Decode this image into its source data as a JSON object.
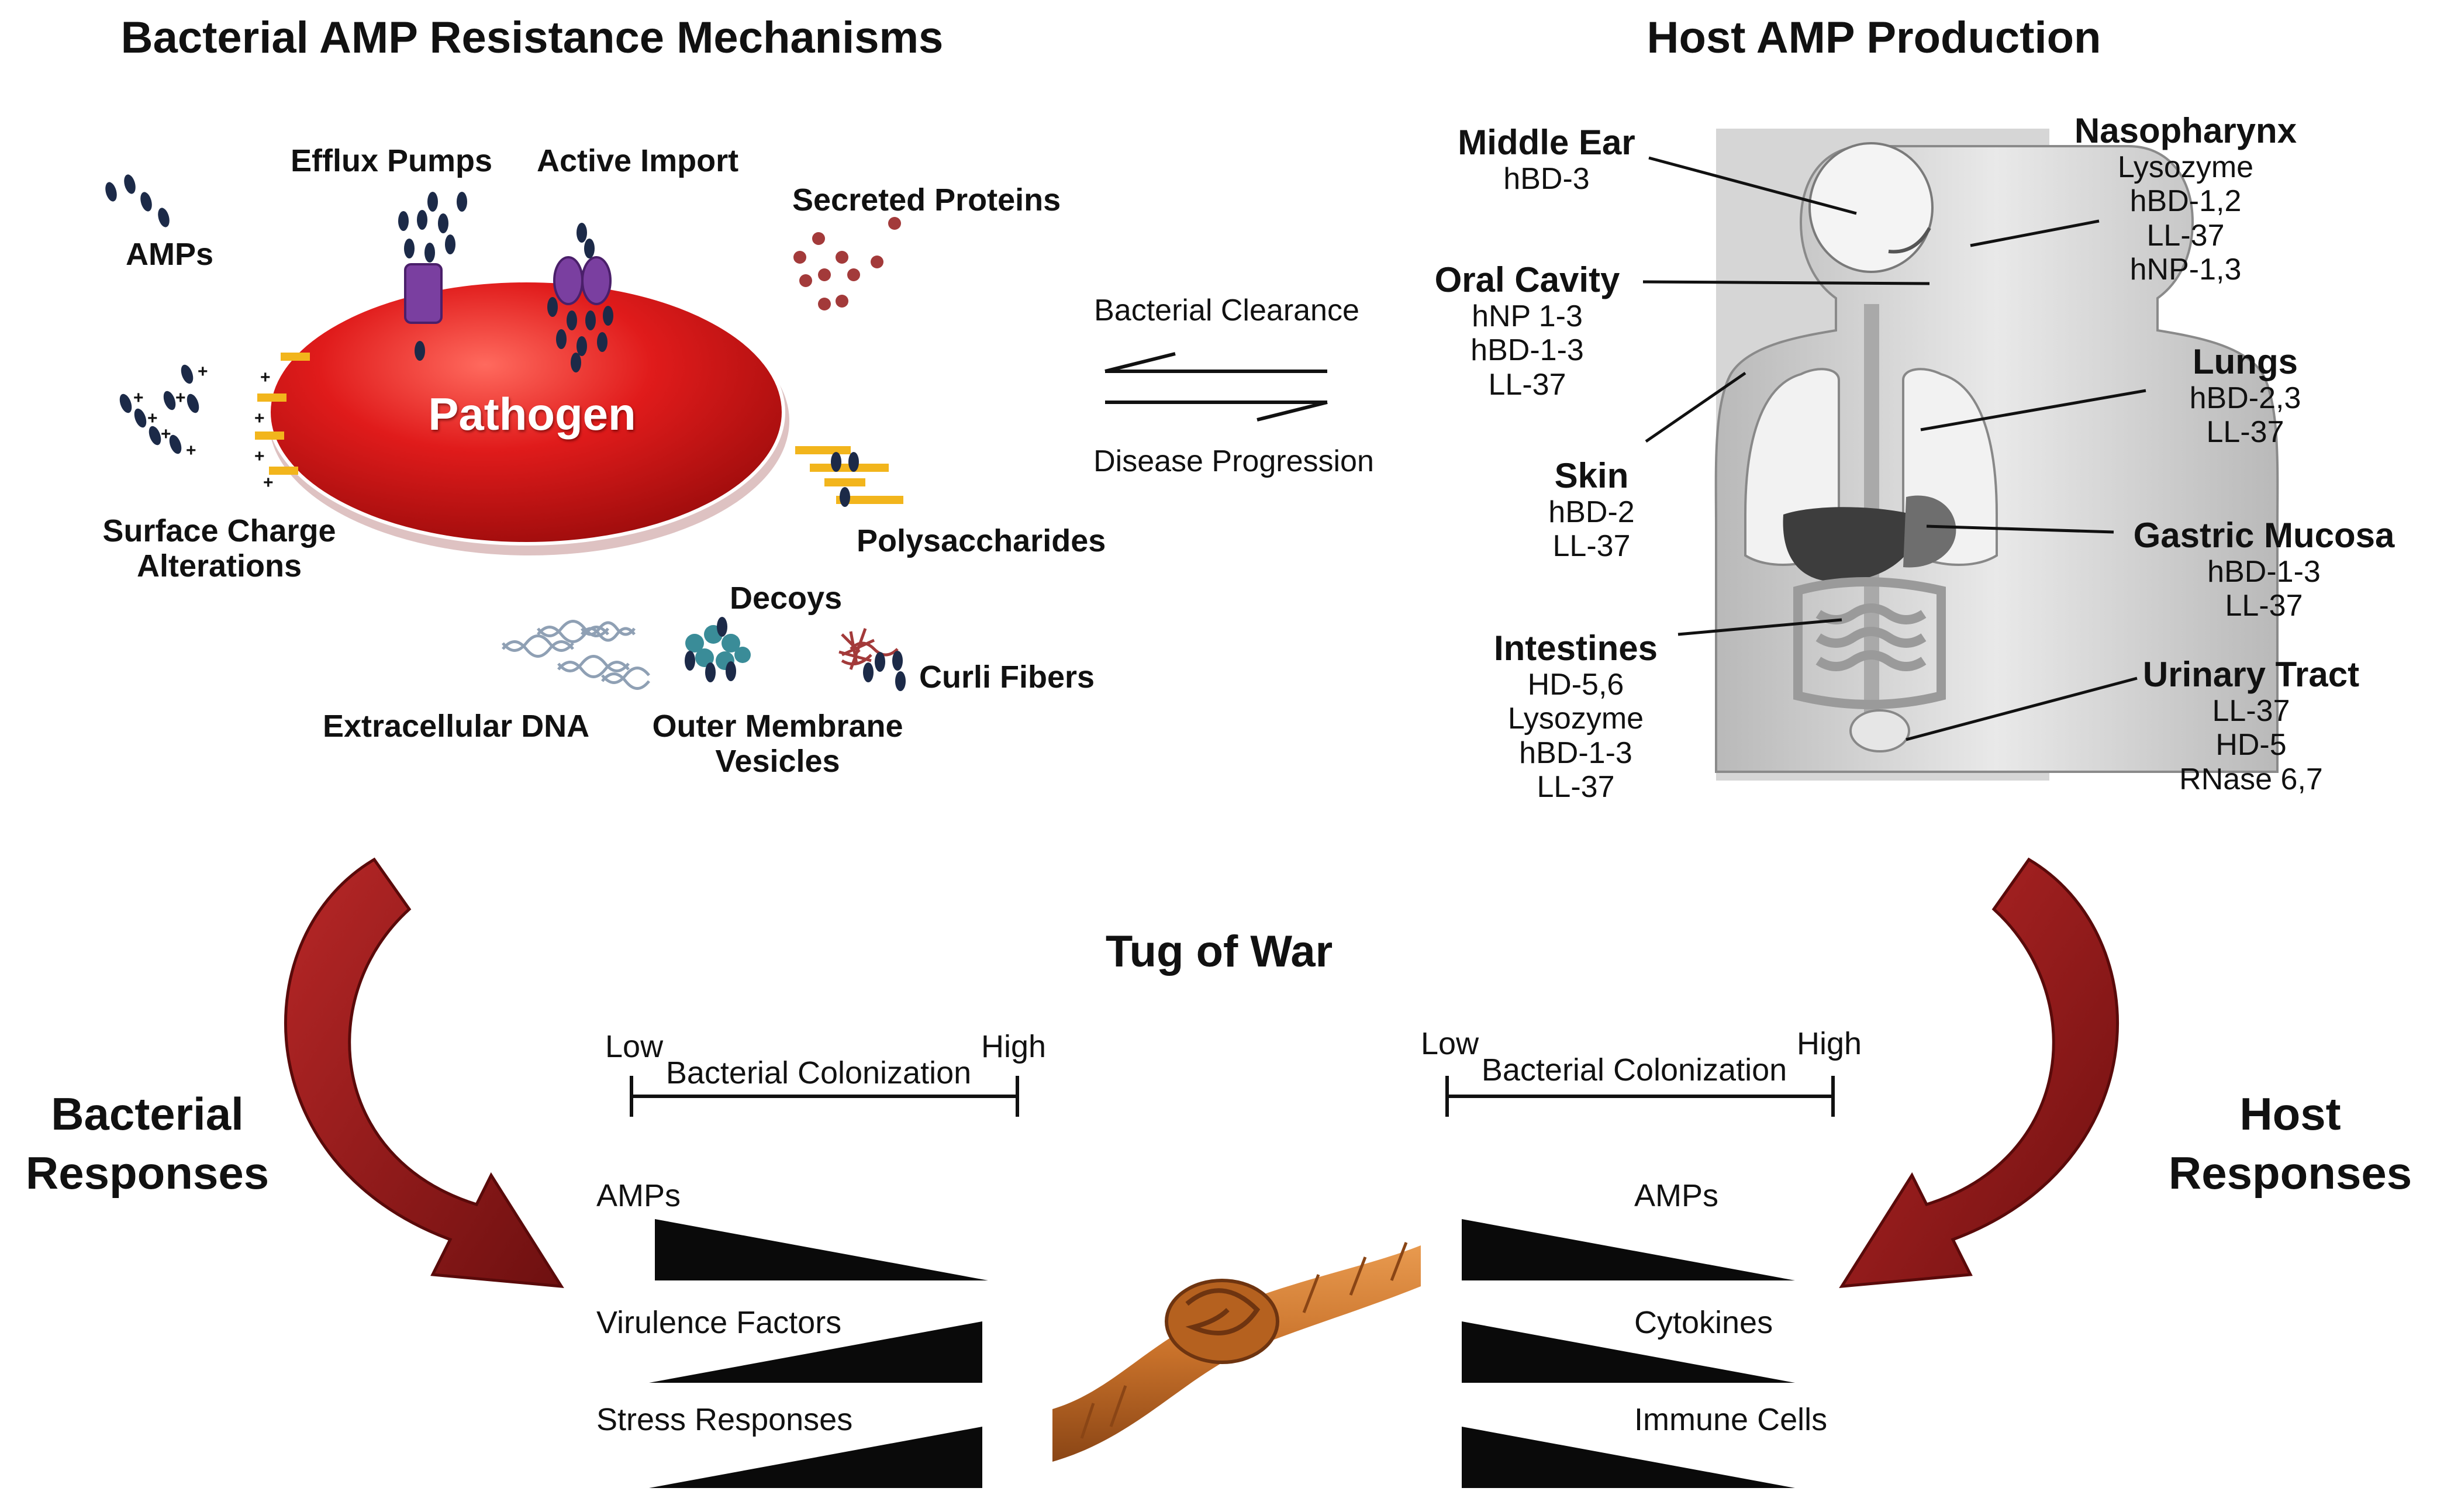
{
  "bacterial_section": {
    "title": "Bacterial AMP Resistance Mechanisms",
    "pathogen": "Pathogen",
    "labels": {
      "amps": "AMPs",
      "efflux_pumps": "Efflux Pumps",
      "active_import": "Active Import",
      "secreted_proteins": "Secreted Proteins",
      "surface_charge": [
        "Surface Charge",
        "Alterations"
      ],
      "polysaccharides": "Polysaccharides",
      "decoys": "Decoys",
      "extracellular_dna": "Extracellular DNA",
      "outer_membrane_vesicles": [
        "Outer Membrane",
        "Vesicles"
      ],
      "curli_fibers": "Curli Fibers"
    }
  },
  "equilibrium": {
    "top": "Bacterial Clearance",
    "bottom": "Disease Progression"
  },
  "host_section": {
    "title": "Host AMP Production",
    "sites": [
      {
        "name": "Middle Ear",
        "amps": [
          "hBD-3"
        ]
      },
      {
        "name": "Nasopharynx",
        "amps": [
          "Lysozyme",
          "hBD-1,2",
          "LL-37",
          "hNP-1,3"
        ]
      },
      {
        "name": "Oral Cavity",
        "amps": [
          "hNP 1-3",
          "hBD-1-3",
          "LL-37"
        ]
      },
      {
        "name": "Lungs",
        "amps": [
          "hBD-2,3",
          "LL-37"
        ]
      },
      {
        "name": "Skin",
        "amps": [
          "hBD-2",
          "LL-37"
        ]
      },
      {
        "name": "Gastric Mucosa",
        "amps": [
          "hBD-1-3",
          "LL-37"
        ]
      },
      {
        "name": "Intestines",
        "amps": [
          "HD-5,6",
          "Lysozyme",
          "hBD-1-3",
          "LL-37"
        ]
      },
      {
        "name": "Urinary Tract",
        "amps": [
          "LL-37",
          "HD-5",
          "RNase 6,7"
        ]
      }
    ]
  },
  "tug_of_war": {
    "title": "Tug of War",
    "left_label": [
      "Bacterial",
      "Responses"
    ],
    "right_label": [
      "Host",
      "Responses"
    ],
    "left_panel": {
      "scale_low": "Low",
      "scale_high": "High",
      "scale_title": "Bacterial Colonization",
      "rows": [
        {
          "label": "AMPs",
          "trend": "decreasing"
        },
        {
          "label": "Virulence Factors",
          "trend": "increasing"
        },
        {
          "label": "Stress Responses",
          "trend": "increasing"
        }
      ]
    },
    "right_panel": {
      "scale_low": "Low",
      "scale_high": "High",
      "scale_title": "Bacterial Colonization",
      "rows": [
        {
          "label": "AMPs",
          "trend": "decreasing"
        },
        {
          "label": "Cytokines",
          "trend": "decreasing"
        },
        {
          "label": "Immune Cells",
          "trend": "decreasing"
        }
      ]
    }
  },
  "colors": {
    "pathogen_red": "#d41818",
    "arrow_red": "#8e1a1a",
    "amp_navy": "#1c2a48",
    "pump_purple": "#7a3fa0",
    "polysaccharide_yellow": "#f2b51c",
    "secreted_red": "#a33a3a",
    "vesicle_teal": "#3a8c98",
    "rope_orange": "#c8712a"
  }
}
